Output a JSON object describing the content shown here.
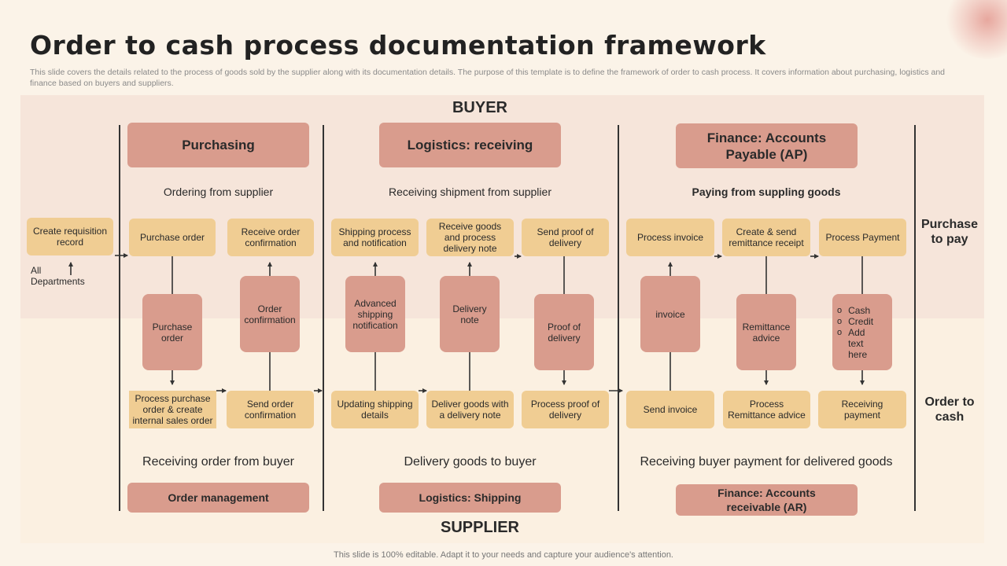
{
  "title": "Order to cash process documentation framework",
  "subtitle": "This slide covers the details related to the process of  goods sold by the supplier along with its documentation details. The purpose of this template is to define the framework of order to  cash process. It covers information about  purchasing, logistics and finance based on buyers and suppliers.",
  "buyer_label": "BUYER",
  "supplier_label": "SUPPLIER",
  "side_labels": {
    "purchase_to_pay": "Purchase to pay",
    "order_to_cash": "Order to cash"
  },
  "left": {
    "requisition": "Create requisition record",
    "departments": "All Departments"
  },
  "columns": [
    {
      "header": "Purchasing",
      "top_caption": "Ordering from supplier",
      "buyer_steps": [
        "Purchase order",
        "Receive order confirmation"
      ],
      "documents": [
        "Purchase order",
        "Order confirmation"
      ],
      "supplier_steps": [
        "Process purchase order & create internal sales order",
        "Send order confirmation"
      ],
      "bottom_caption": "Receiving order from buyer",
      "footer_header": "Order management"
    },
    {
      "header": "Logistics: receiving",
      "top_caption": "Receiving shipment from supplier",
      "buyer_steps": [
        "Shipping process and notification",
        "Receive goods and process delivery note",
        "Send proof of delivery"
      ],
      "documents": [
        "Advanced shipping notification",
        "Delivery note",
        "Proof of delivery"
      ],
      "supplier_steps": [
        "Updating shipping details",
        "Deliver goods with a delivery note",
        "Process proof of delivery"
      ],
      "bottom_caption": "Delivery goods to buyer",
      "footer_header": "Logistics: Shipping"
    },
    {
      "header": "Finance: Accounts Payable (AP)",
      "top_caption": "Paying from suppling goods",
      "buyer_steps": [
        "Process invoice",
        "Create & send remittance receipt",
        "Process Payment"
      ],
      "documents": [
        "invoice",
        "Remittance advice"
      ],
      "payment_options": [
        "Cash",
        "Credit",
        "Add text here"
      ],
      "supplier_steps": [
        "Send invoice",
        "Process Remittance advice",
        "Receiving payment"
      ],
      "bottom_caption": "Receiving buyer payment for delivered goods",
      "footer_header": "Finance: Accounts receivable (AR)"
    }
  ],
  "footer": "This slide is 100% editable. Adapt it to your needs and capture your audience's attention."
}
